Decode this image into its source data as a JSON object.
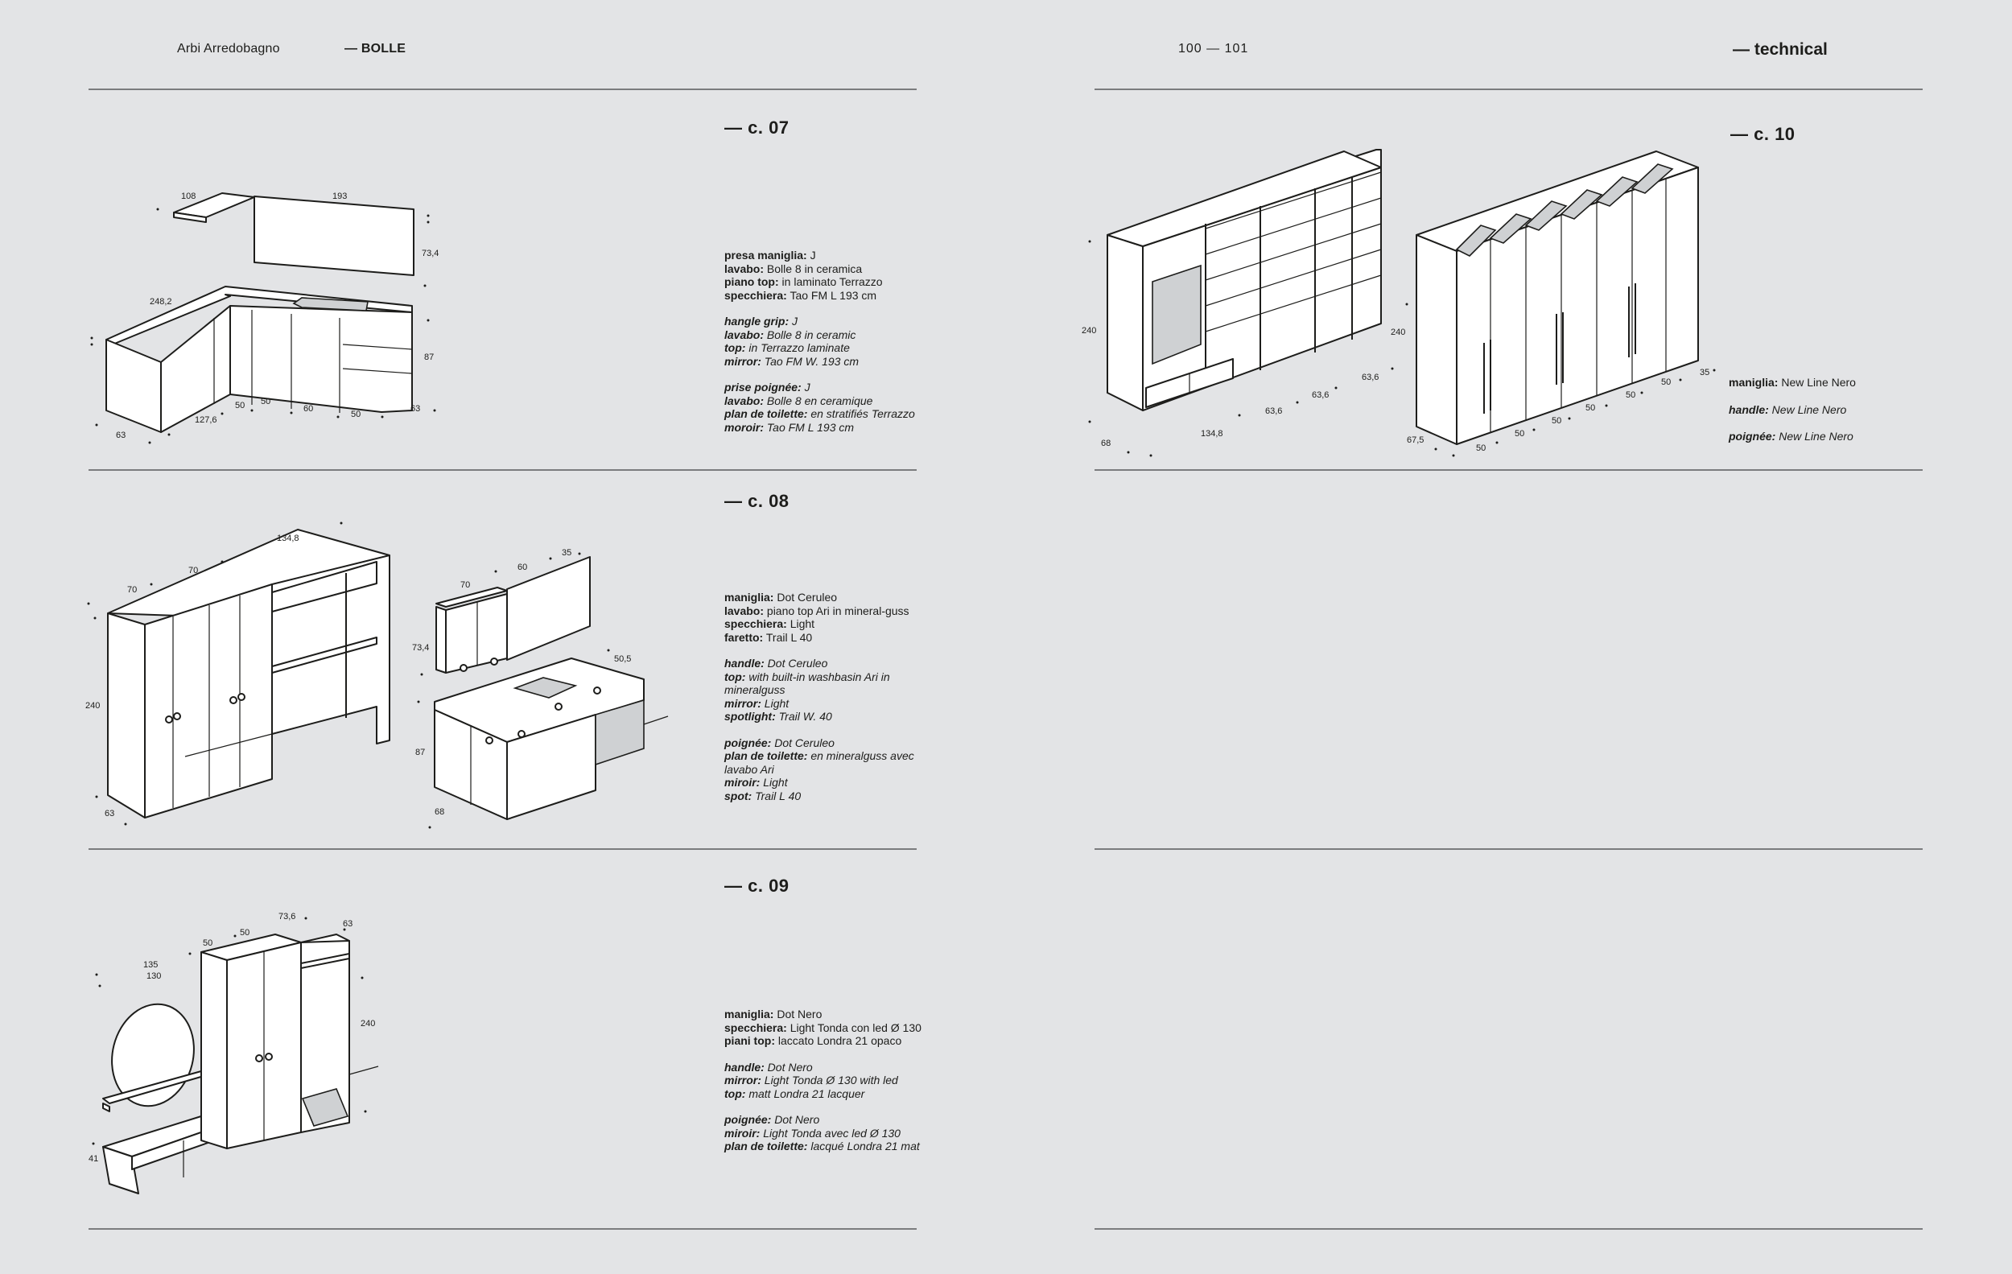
{
  "header": {
    "brand": "Arbi Arredobagno",
    "collection": "— BOLLE",
    "pages": "100  —  101",
    "section": "— technical"
  },
  "c07": {
    "title": "— c. 07",
    "it": {
      "k1": "presa maniglia:",
      "v1": " J",
      "k2": "lavabo:",
      "v2": " Bolle 8 in ceramica",
      "k3": "piano top:",
      "v3": " in laminato Terrazzo",
      "k4": "specchiera:",
      "v4": " Tao FM L 193 cm"
    },
    "en": {
      "k1": "hangle grip:",
      "v1": " J",
      "k2": "lavabo:",
      "v2": " Bolle 8 in ceramic",
      "k3": "top:",
      "v3": " in Terrazzo laminate",
      "k4": "mirror:",
      "v4": " Tao FM W. 193 cm"
    },
    "fr": {
      "k1": "prise poignée:",
      "v1": " J",
      "k2": "lavabo:",
      "v2": " Bolle 8 en ceramique",
      "k3": "plan de toilette:",
      "v3": " en stratifiés Terrazzo",
      "k4": "moroir:",
      "v4": " Tao FM L 193 cm"
    },
    "dims": {
      "d108": "108",
      "d193": "193",
      "d734": "73,4",
      "d2482": "248,2",
      "d87": "87",
      "d63a": "63",
      "d1276": "127,6",
      "d50a": "50",
      "d50b": "50",
      "d60": "60",
      "d50c": "50",
      "d63b": "63"
    }
  },
  "c08": {
    "title": "— c. 08",
    "it": {
      "k1": "maniglia:",
      "v1": " Dot Ceruleo",
      "k2": "lavabo:",
      "v2": " piano top Ari in mineral-guss",
      "k3": "specchiera:",
      "v3": " Light",
      "k4": "faretto:",
      "v4": " Trail L 40"
    },
    "en": {
      "k1": "handle:",
      "v1": " Dot Ceruleo",
      "k2": "top:",
      "v2": " with built-in washbasin Ari in mineralguss",
      "k3": "mirror:",
      "v3": " Light",
      "k4": "spotlight:",
      "v4": " Trail W. 40"
    },
    "fr": {
      "k1": "poignée:",
      "v1": " Dot Ceruleo",
      "k2": "plan de toilette:",
      "v2": " en mineralguss avec lavabo Ari",
      "k3": "miroir:",
      "v3": " Light",
      "k4": "spot:",
      "v4": " Trail L 40"
    },
    "dims": {
      "d1348": "134,8",
      "d70a": "70",
      "d70b": "70",
      "d240": "240",
      "d63": "63",
      "d70c": "70",
      "d60": "60",
      "d35": "35",
      "d734": "73,4",
      "d505": "50,5",
      "d87": "87",
      "d68": "68"
    }
  },
  "c09": {
    "title": "— c. 09",
    "it": {
      "k1": "maniglia:",
      "v1": " Dot Nero",
      "k2": "specchiera:",
      "v2": " Light Tonda con led Ø 130",
      "k3": "piani top:",
      "v3": " laccato Londra 21 opaco"
    },
    "en": {
      "k1": "handle:",
      "v1": " Dot Nero",
      "k2": "mirror:",
      "v2": " Light Tonda Ø 130 with led",
      "k3": "top:",
      "v3": " matt Londra 21 lacquer"
    },
    "fr": {
      "k1": "poignée:",
      "v1": " Dot Nero",
      "k2": "miroir:",
      "v2": " Light Tonda avec led Ø 130",
      "k3": "plan de toilette:",
      "v3": " lacqué Londra 21 mat"
    },
    "dims": {
      "d135": "135",
      "d130": "130",
      "d50a": "50",
      "d50b": "50",
      "d736": "73,6",
      "d63": "63",
      "d240": "240",
      "d41": "41"
    }
  },
  "c10": {
    "title": "— c. 10",
    "it": {
      "k1": "maniglia:",
      "v1": " New Line Nero"
    },
    "en": {
      "k1": "handle:",
      "v1": " New Line Nero"
    },
    "fr": {
      "k1": "poignée:",
      "v1": " New Line Nero"
    },
    "dims": {
      "d240a": "240",
      "d68": "68",
      "d1348": "134,8",
      "d636a": "63,6",
      "d636b": "63,6",
      "d636c": "63,6",
      "d240b": "240",
      "d675": "67,5",
      "d50a": "50",
      "d50b": "50",
      "d50c": "50",
      "d50d": "50",
      "d50e": "50",
      "d50f": "50",
      "d35": "35"
    }
  }
}
